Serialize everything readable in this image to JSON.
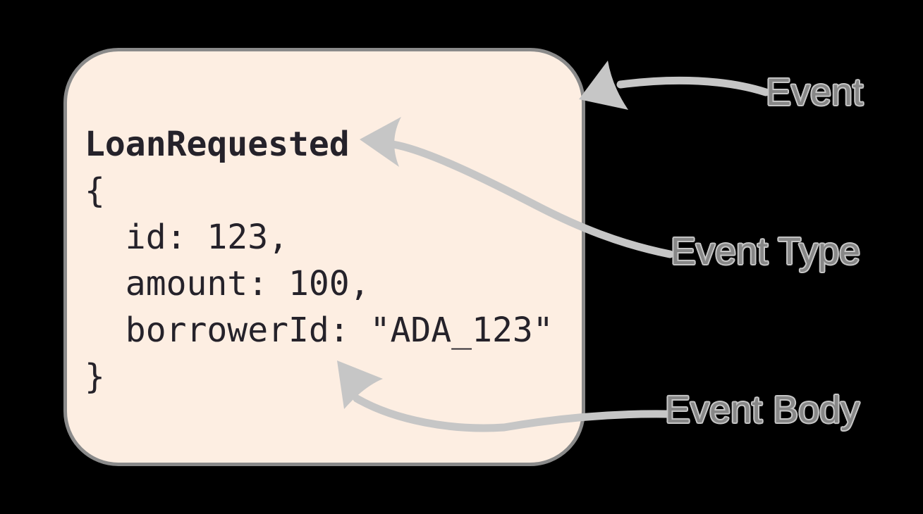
{
  "colors": {
    "background": "#000000",
    "card_fill": "#fdeee2",
    "card_border": "#8a8a8a",
    "code_text": "#25222a",
    "arrow": "#c6c6c6",
    "label_fill": "#878787",
    "label_outline": "#c6c6c6"
  },
  "card": {
    "code": {
      "title": "LoanRequested",
      "lines": [
        "{",
        "  id: 123,",
        "  amount: 100,",
        "  borrowerId: \"ADA_123\"",
        "}"
      ]
    }
  },
  "labels": {
    "event": "Event",
    "event_type": "Event Type",
    "event_body": "Event Body"
  }
}
